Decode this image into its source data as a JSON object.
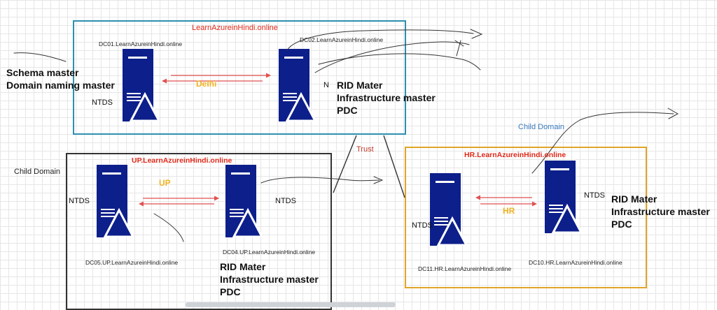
{
  "colors": {
    "server": "#0d1f8a",
    "parent_border": "#2f8fb0",
    "up_border": "#333333",
    "hr_border": "#e2a527",
    "domain_title": "#e02a1a",
    "site_label": "#f0b323",
    "arrow": "#e05050",
    "trust": "#c0392b",
    "child_domain_blue": "#3a7bbf"
  },
  "parent_domain": {
    "title": "LearnAzureinHindi.online",
    "dc01": {
      "host": "DC01.LearnAzureinHindi.online",
      "ntds": "NTDS",
      "roles": [
        "Schema master",
        "Domain naming master"
      ]
    },
    "dc02": {
      "host": "DC02.LearnAzureinHindi.online",
      "n": "N",
      "roles": [
        "RID Mater",
        "Infrastructure master",
        "PDC"
      ]
    },
    "site": "Delhi"
  },
  "trust_label": "Trust",
  "up_domain": {
    "child_label": "Child Domain",
    "title": "UP.LearnAzureinHindi.online",
    "site": "UP",
    "dc05": {
      "host": "DC05.UP.LearnAzureinHindi.online",
      "ntds": "NTDS"
    },
    "dc04": {
      "host": "DC04.UP.LearnAzureinHindi.online",
      "ntds": "NTDS",
      "roles": [
        "RID Mater",
        "Infrastructure master",
        "PDC"
      ]
    }
  },
  "hr_domain": {
    "child_label": "Child Domain",
    "title": "HR.LearnAzureinHindi.online",
    "site": "HR",
    "dc11": {
      "host": "DC11.HR.LearnAzureinHindi.online",
      "ntds": "NTDS"
    },
    "dc10": {
      "host": "DC10.HR.LearnAzureinHindi.online",
      "ntds": "NTDS",
      "roles": [
        "RID Mater",
        "Infrastructure master",
        "PDC"
      ]
    }
  }
}
